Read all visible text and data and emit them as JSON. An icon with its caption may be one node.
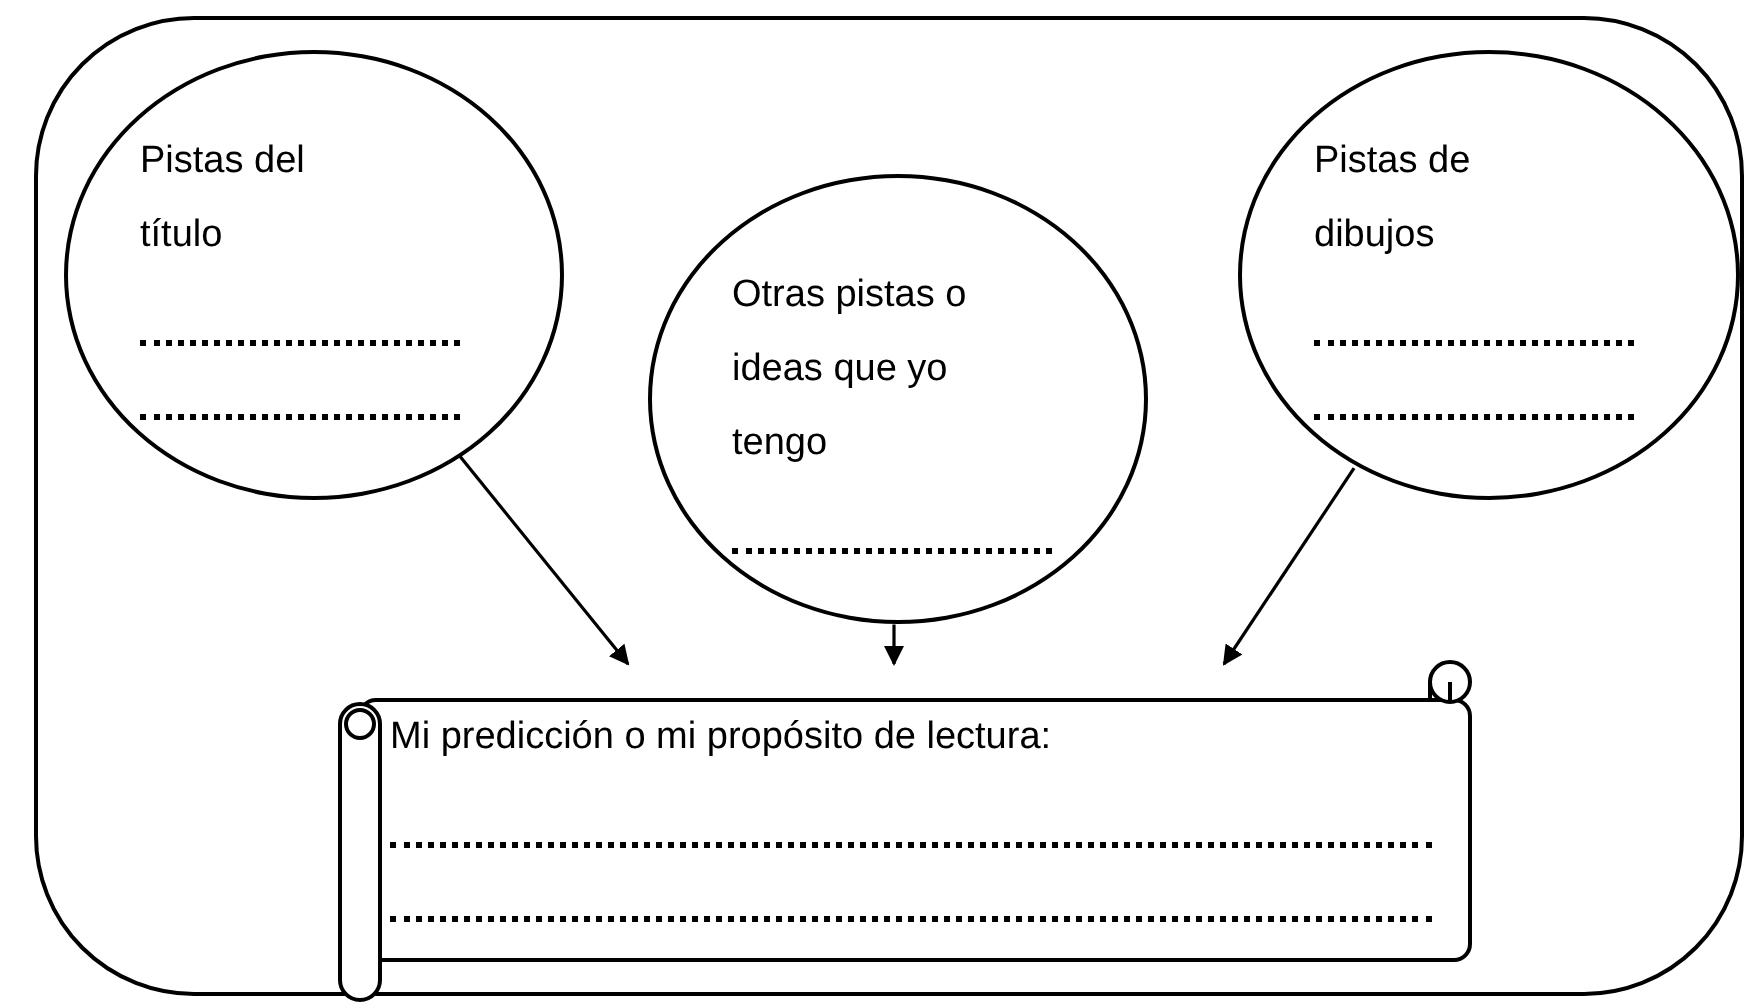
{
  "diagram": {
    "nodes": [
      {
        "text": [],
        "shape": "box"
      },
      {
        "text": [
          "Pistas del título"
        ],
        "in": 0
      },
      {
        "text": [
          "Otras pistas o ideas que yo tengo"
        ],
        "in": 0
      },
      {
        "text": [
          "Pistas de dibujos"
        ],
        "in": 0
      },
      {
        "text": [
          "Mi predicción o mi propósito de lectura:"
        ],
        "in": 0
      }
    ],
    "edges": [
      {
        "from": 1,
        "to": 4,
        "arrow": "to"
      },
      {
        "from": 2,
        "to": 4,
        "arrow": "to"
      },
      {
        "from": 3,
        "to": 4,
        "arrow": "to"
      }
    ]
  }
}
